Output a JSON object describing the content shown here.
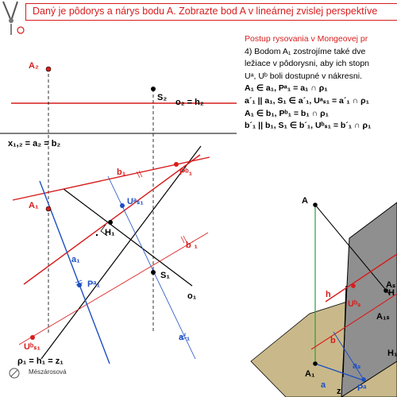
{
  "title": "Daný je pôdorys a nárys bodu A. Zobrazte bod A v lineárnej zvislej perspektíve",
  "steps": {
    "heading": "Postup rysovania v Mongeovej pr",
    "lines": [
      "4) Bodom A₁ zostrojíme také dve",
      "ležiace v pôdorysni, aby ich stopn",
      "Uᵃ, Uᵇ boli dostupné v nákresni.",
      "A₁ ∈ a₁,  Pᵃ₁ = a₁ ∩ ρ₁",
      "a´₁ || a₁, S₁ ∈ a´₁, Uᵃₛ₁ = a´₁ ∩ ρ₁",
      "A₁ ∈ b₁,  Pᵇ₁ = b₁ ∩ ρ₁",
      "b´₁ || b₁, S₁ ∈ b´₁, Uᵇₛ₁ = b´₁ ∩ ρ₁"
    ]
  },
  "author": "Mészárosová",
  "colors": {
    "red": "#d81c1c",
    "blue": "#1e4fc2",
    "green": "#2e9e3a",
    "ground": "#c9b98a",
    "plane": "#8f8f8f"
  },
  "labels": {
    "A2": "A₂",
    "S2": "S₂",
    "o2h2": "o₂ = h₂",
    "x12": "x₁,₂ = a₂ = b₂",
    "b1": "b₁",
    "Pb1": "Pᵇ₁",
    "A1": "A₁",
    "a1": "a₁",
    "Uas1": "Uᵃₛ₁",
    "H1": "H₁",
    "Pa1": "Pᵃ₁",
    "S1": "S₁",
    "bp1": "b´₁",
    "o1": "o₁",
    "ap1": "a´₁",
    "Ubs1": "Uᵇₛ₁",
    "rho1": "ρ₁ = h₁ = z₁",
    "A": "A",
    "As": "Aₛ",
    "H": "H",
    "h": "h",
    "Ubs": "Uᵇₛ",
    "A1s": "A₁ₛ",
    "b": "b",
    "A1r": "A₁",
    "a": "a",
    "as": "aₛ",
    "Pa": "Pᵃ",
    "z": "z",
    "Hr": "H₁"
  }
}
